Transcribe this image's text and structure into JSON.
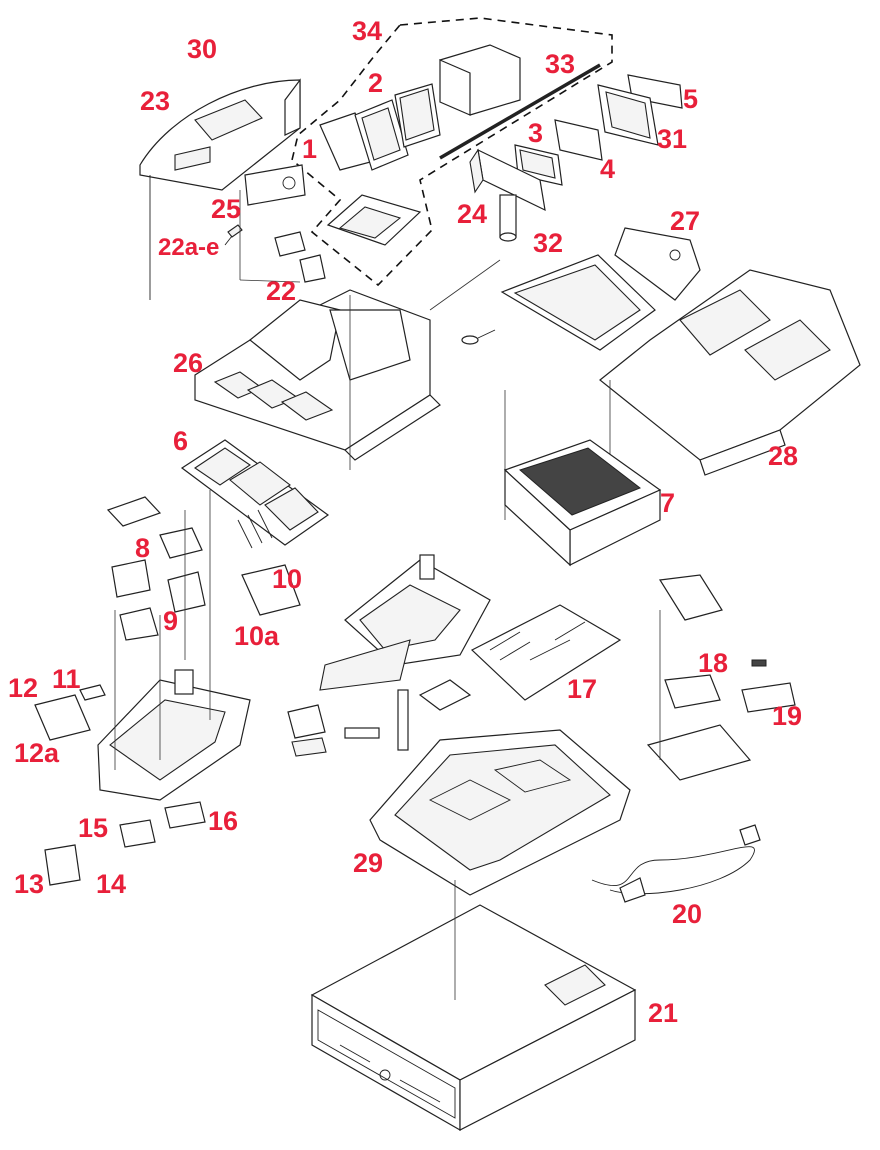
{
  "labels": {
    "p1": "1",
    "p2": "2",
    "p3": "3",
    "p4": "4",
    "p5": "5",
    "p6": "6",
    "p7": "7",
    "p8": "8",
    "p9": "9",
    "p10": "10",
    "p10a": "10a",
    "p11": "11",
    "p12": "12",
    "p12a": "12a",
    "p13": "13",
    "p14": "14",
    "p15": "15",
    "p16": "16",
    "p17": "17",
    "p18": "18",
    "p19": "19",
    "p20": "20",
    "p21": "21",
    "p22": "22",
    "p22ae": "22a-e",
    "p23": "23",
    "p24": "24",
    "p25": "25",
    "p26": "26",
    "p27": "27",
    "p28": "28",
    "p29": "29",
    "p30": "30",
    "p31": "31",
    "p32": "32",
    "p33": "33",
    "p34": "34"
  },
  "colors": {
    "label": "#e8203a",
    "line": "#222222",
    "background": "#ffffff"
  }
}
